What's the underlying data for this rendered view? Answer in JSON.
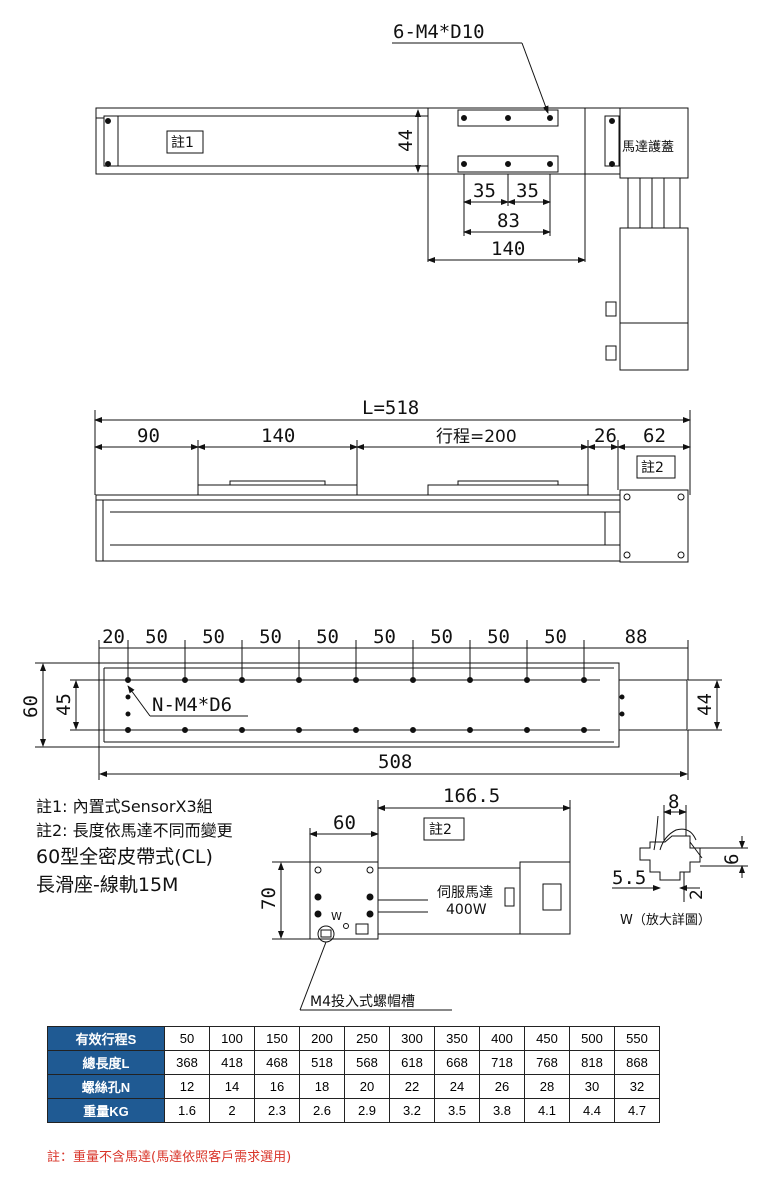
{
  "top_view": {
    "callout": "6-M4*D10",
    "note1_tag": "註1",
    "dim_44": "44",
    "dim_35a": "35",
    "dim_35b": "35",
    "dim_83": "83",
    "dim_140": "140",
    "motor_cover": "馬達護蓋"
  },
  "side_view": {
    "dim_L": "L=518",
    "dim_90": "90",
    "dim_140": "140",
    "dim_stroke": "行程=200",
    "dim_26": "26",
    "dim_62": "62",
    "note2_tag": "註2"
  },
  "bottom_view": {
    "dims_top": [
      "20",
      "50",
      "50",
      "50",
      "50",
      "50",
      "50",
      "50",
      "50",
      "88"
    ],
    "dim_60": "60",
    "dim_45": "45",
    "dim_44": "44",
    "callout": "N-M4*D6",
    "dim_508": "508"
  },
  "end_view": {
    "dim_166_5": "166.5",
    "dim_60": "60",
    "note2_tag": "註2",
    "dim_70": "70",
    "motor_label_1": "伺服馬達",
    "motor_label_2": "400W",
    "w_mark": "W",
    "slot_callout": "M4投入式螺帽槽"
  },
  "detail_view": {
    "dim_8": "8",
    "dim_6": "6",
    "dim_5_5": "5.5",
    "dim_2": "2",
    "caption": "W（放大詳圖）"
  },
  "notes": {
    "note1": "註1: 內置式SensorX3組",
    "note2": "註2: 長度依馬達不同而變更",
    "model_1": "60型全密皮帶式(CL)",
    "model_2": "長滑座-線軌15M"
  },
  "spec_table": {
    "rows": [
      {
        "label": "有效行程S",
        "values": [
          "50",
          "100",
          "150",
          "200",
          "250",
          "300",
          "350",
          "400",
          "450",
          "500",
          "550"
        ]
      },
      {
        "label": "總長度L",
        "values": [
          "368",
          "418",
          "468",
          "518",
          "568",
          "618",
          "668",
          "718",
          "768",
          "818",
          "868"
        ]
      },
      {
        "label": "螺絲孔N",
        "values": [
          "12",
          "14",
          "16",
          "18",
          "20",
          "22",
          "24",
          "26",
          "28",
          "30",
          "32"
        ]
      },
      {
        "label": "重量KG",
        "values": [
          "1.6",
          "2",
          "2.3",
          "2.6",
          "2.9",
          "3.2",
          "3.5",
          "3.8",
          "4.1",
          "4.4",
          "4.7"
        ]
      }
    ]
  },
  "footnote": "註：重量不含馬達(馬達依照客戶需求選用)"
}
